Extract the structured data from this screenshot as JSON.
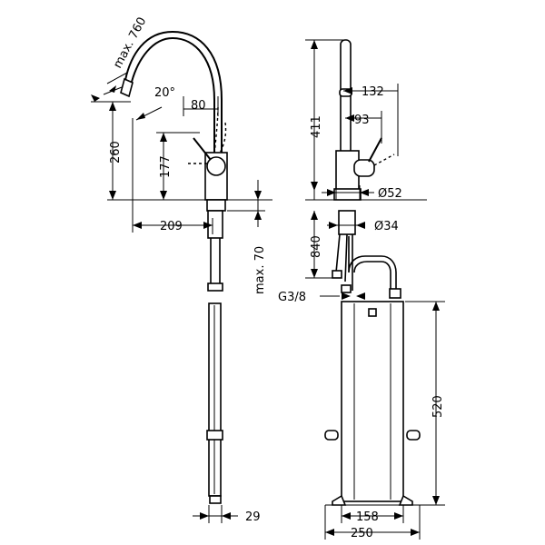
{
  "side_view": {
    "dim_max_reach": "max. 760",
    "dim_angle": "20°",
    "dim_spout_offset": "80",
    "dim_spout_height": "260",
    "dim_lever_height": "177",
    "dim_projection": "209",
    "dim_max_thickness": "max. 70",
    "dim_bottom_width": "29"
  },
  "front_view": {
    "dim_total_height": "411",
    "dim_lever_top": "132",
    "dim_lever_offset": "93",
    "dim_body_diameter": "Ø52",
    "dim_hole_diameter": "Ø34",
    "dim_hose_length": "840",
    "dim_connection": "G3/8",
    "dim_weight_height": "520",
    "dim_inner_width": "158",
    "dim_outer_width": "250"
  }
}
